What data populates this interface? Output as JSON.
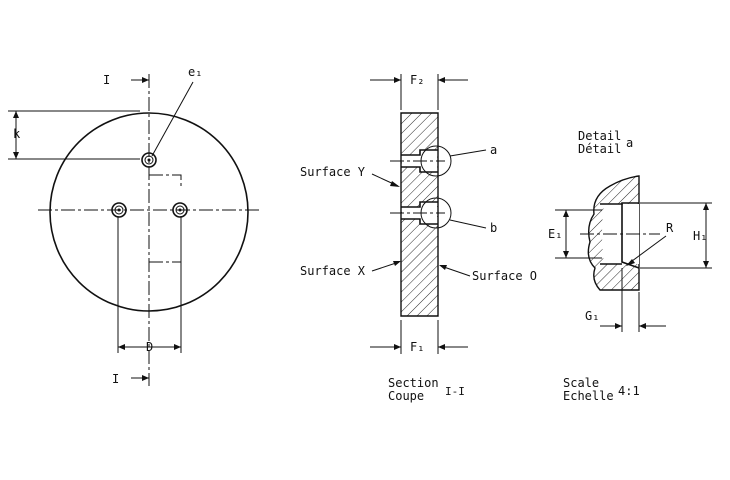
{
  "front_view": {
    "section_mark": "I",
    "callout_e1": "e₁",
    "dim_k": "k",
    "dim_d": "D"
  },
  "section_view": {
    "dim_f2": "F₂",
    "dim_f1": "F₁",
    "callout_a": "a",
    "callout_b": "b",
    "surface_y": "Surface Y",
    "surface_x": "Surface X",
    "surface_o": "Surface O",
    "caption_en": "Section",
    "caption_fr": "Coupe",
    "caption_ref": "I-I"
  },
  "detail_view": {
    "title_en": "Detail",
    "title_fr": "Détail",
    "title_ref": "a",
    "dim_e1": "E₁",
    "dim_h1": "H₁",
    "dim_r": "R",
    "dim_g1": "G₁",
    "scale_en": "Scale",
    "scale_fr": "Echelle",
    "scale_value": "4:1"
  }
}
